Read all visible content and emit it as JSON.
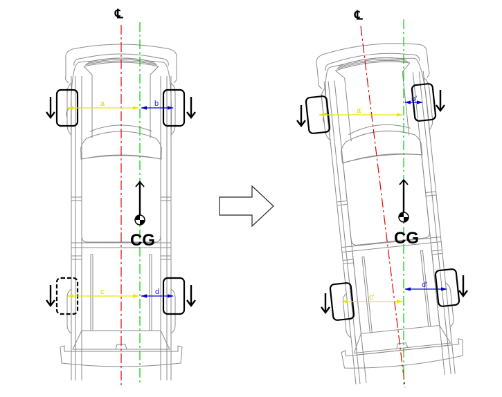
{
  "diagram": {
    "centerline_symbol": "℄",
    "cg_label": "CG",
    "colors": {
      "vehicle_centerline": "#e00000",
      "cg_line": "#00cc00",
      "front_left_dimension": "#e8e800",
      "front_right_dimension": "#0000cc",
      "outline": "#8a8a8a",
      "tires": "#000000"
    },
    "before": {
      "labels": {
        "a": "a",
        "b": "b",
        "c": "c",
        "d": "d"
      },
      "rotation_deg": 0
    },
    "after": {
      "labels": {
        "a": "a'",
        "b": "b'",
        "c": "c'",
        "d": "d'"
      },
      "rotation_deg": -6
    },
    "transition_arrow": "right-arrow"
  }
}
